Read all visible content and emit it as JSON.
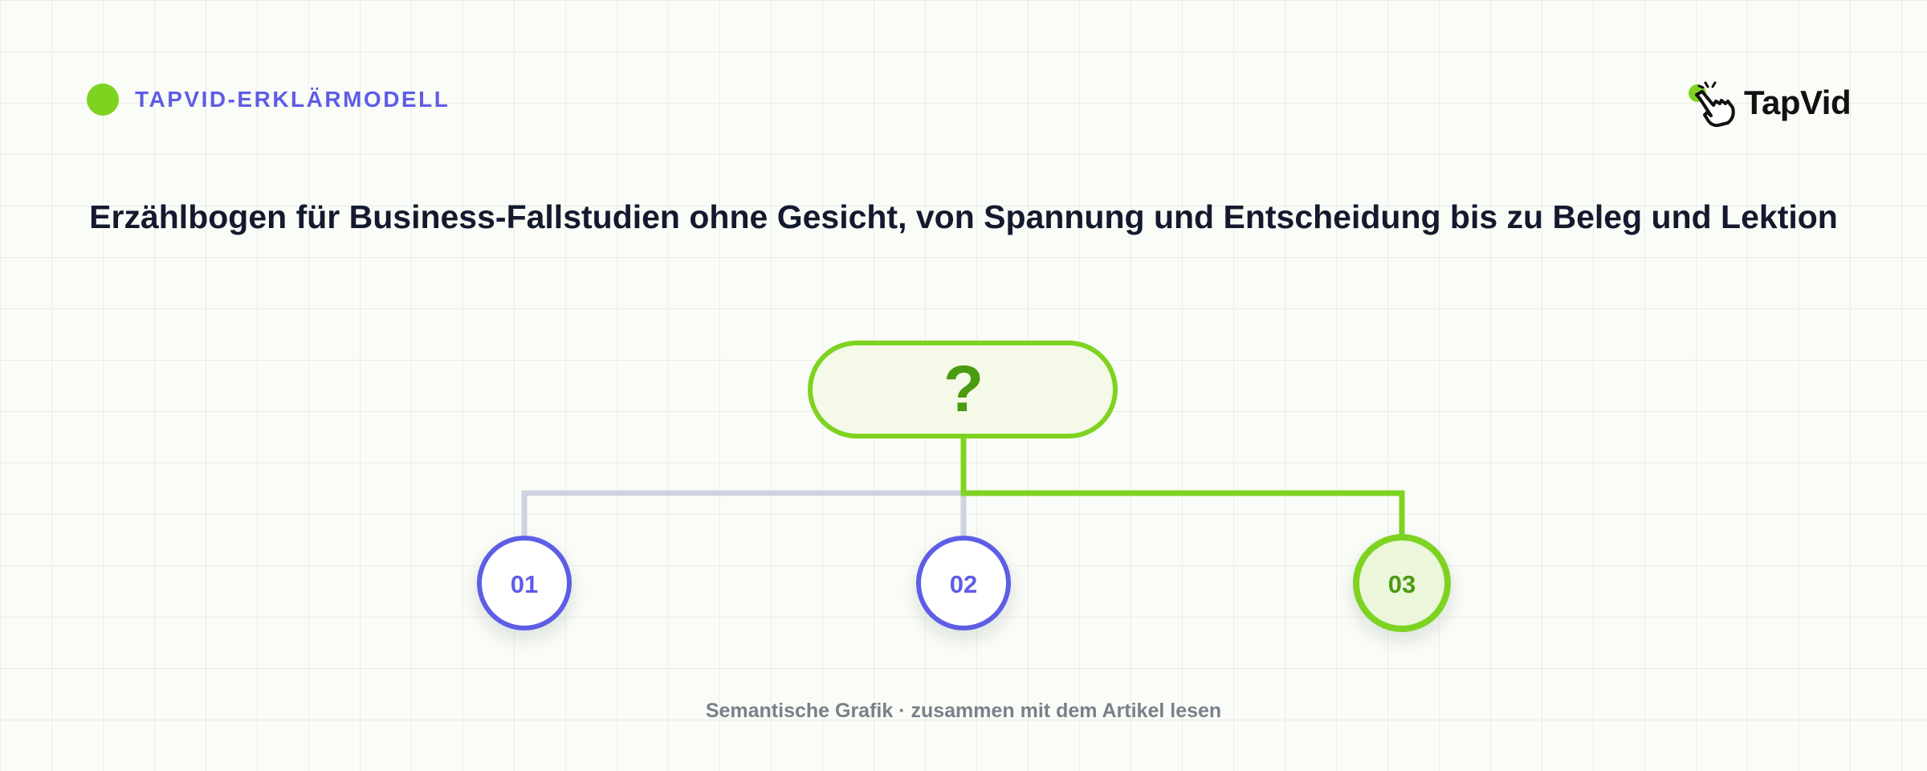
{
  "header": {
    "brand_label": "TAPVID-ERKLÄRMODELL",
    "logo_text": "TapVid"
  },
  "title": "Erzählbogen für Business-Fallstudien ohne Gesicht, von Spannung und Entscheidung bis zu Beleg und Lektion",
  "diagram": {
    "root": {
      "label": "?"
    },
    "nodes": [
      {
        "label": "01",
        "highlighted": false
      },
      {
        "label": "02",
        "highlighted": false
      },
      {
        "label": "03",
        "highlighted": true
      }
    ]
  },
  "footer": {
    "note": "Semantische Grafik · zusammen mit dem Artikel lesen"
  },
  "colors": {
    "accent_green": "#7ed321",
    "dark_green": "#4a9a12",
    "accent_indigo": "#5d5de6",
    "connector_gray": "#cdd3e0",
    "title_text": "#141a2e",
    "muted_text": "#7b7f8a",
    "root_fill": "#f4f9e8",
    "highlight_fill": "#ebf6da"
  },
  "icons": {
    "logo_mark": "tap-hand-icon",
    "brand_dot": "green-dot-icon"
  }
}
